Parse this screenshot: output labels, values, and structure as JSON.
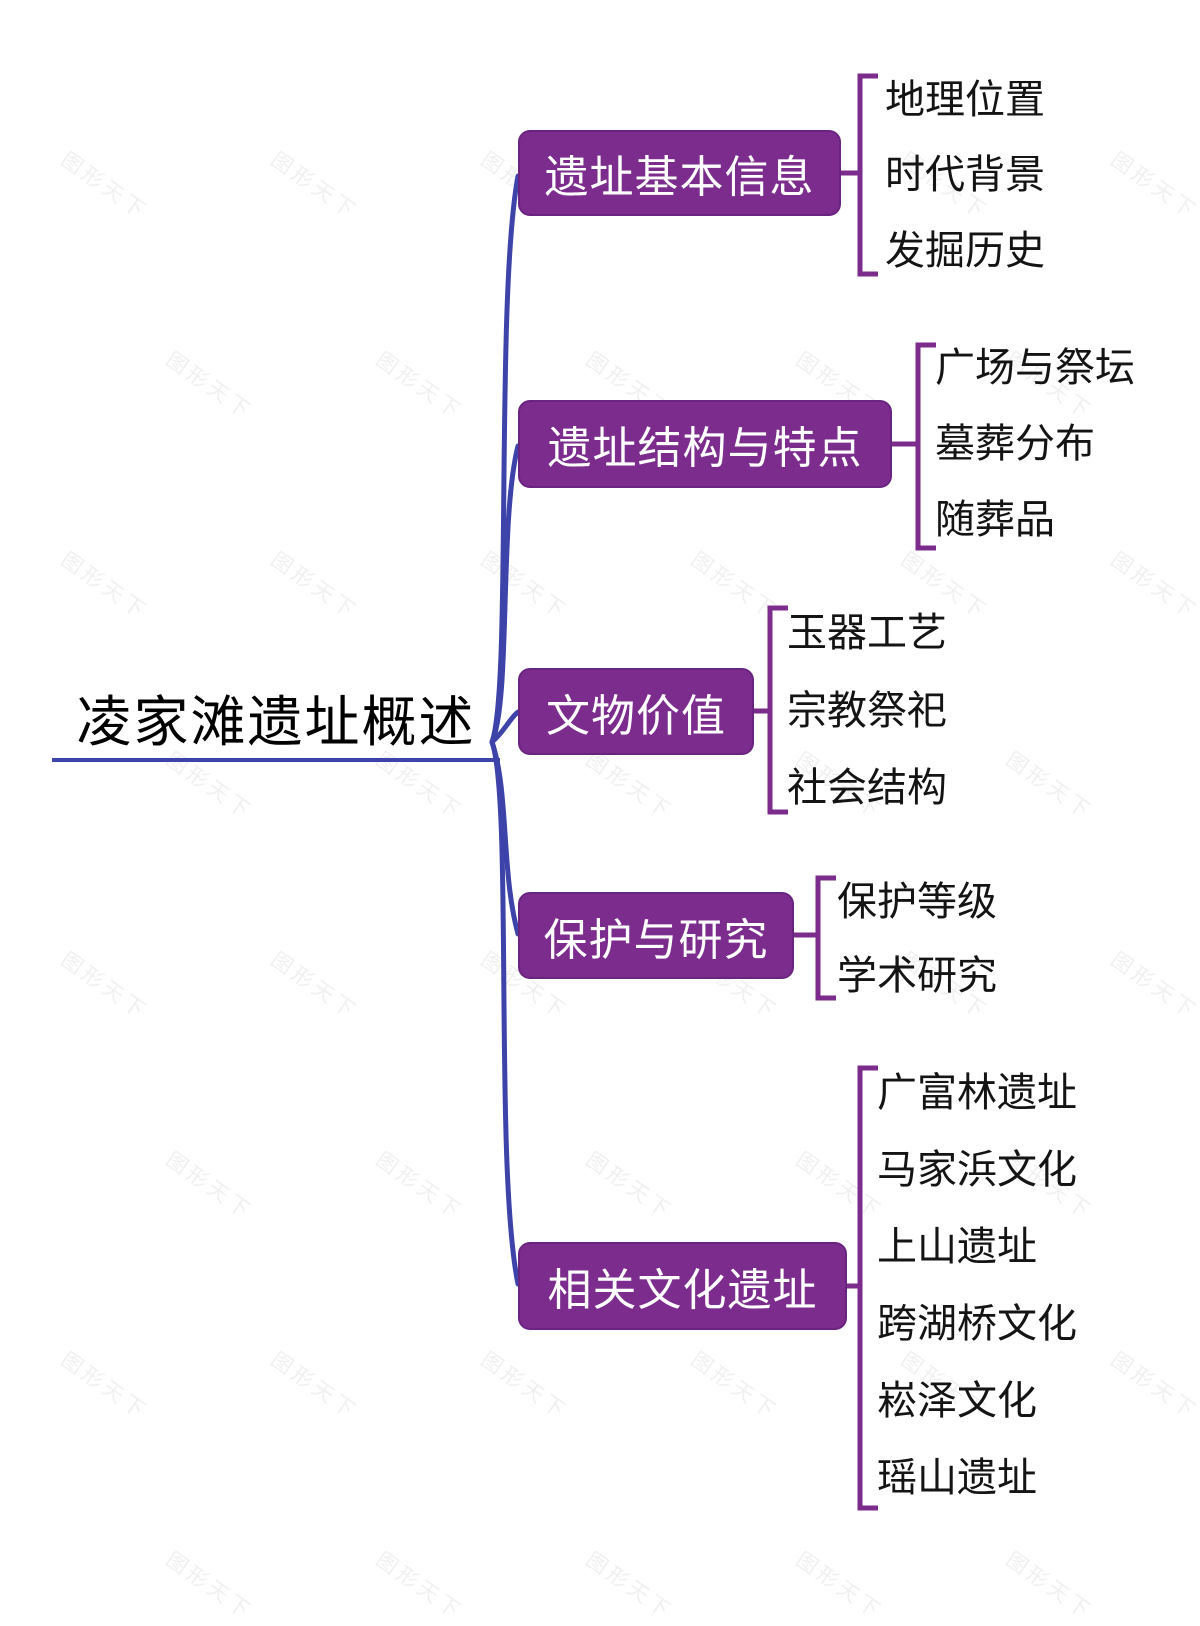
{
  "root": {
    "label": "凌家滩遗址概述"
  },
  "branches": [
    {
      "label": "遗址基本信息",
      "children": [
        "地理位置",
        "时代背景",
        "发掘历史"
      ]
    },
    {
      "label": "遗址结构与特点",
      "children": [
        "广场与祭坛",
        "墓葬分布",
        "随葬品"
      ]
    },
    {
      "label": "文物价值",
      "children": [
        "玉器工艺",
        "宗教祭祀",
        "社会结构"
      ]
    },
    {
      "label": "保护与研究",
      "children": [
        "保护等级",
        "学术研究"
      ]
    },
    {
      "label": "相关文化遗址",
      "children": [
        "广富林遗址",
        "马家浜文化",
        "上山遗址",
        "跨湖桥文化",
        "崧泽文化",
        "瑶山遗址"
      ]
    }
  ],
  "watermark": {
    "text": "图形天下"
  },
  "colors": {
    "node_fill": "#7b2c8d",
    "node_text": "#ffffff",
    "bracket_line": "#7b2c8d",
    "brace_line": "#3d43a8",
    "root_underline": "#3d43a8",
    "leaf_text": "#141414",
    "watermark_text": "#f0f0f0",
    "background": "#ffffff"
  }
}
